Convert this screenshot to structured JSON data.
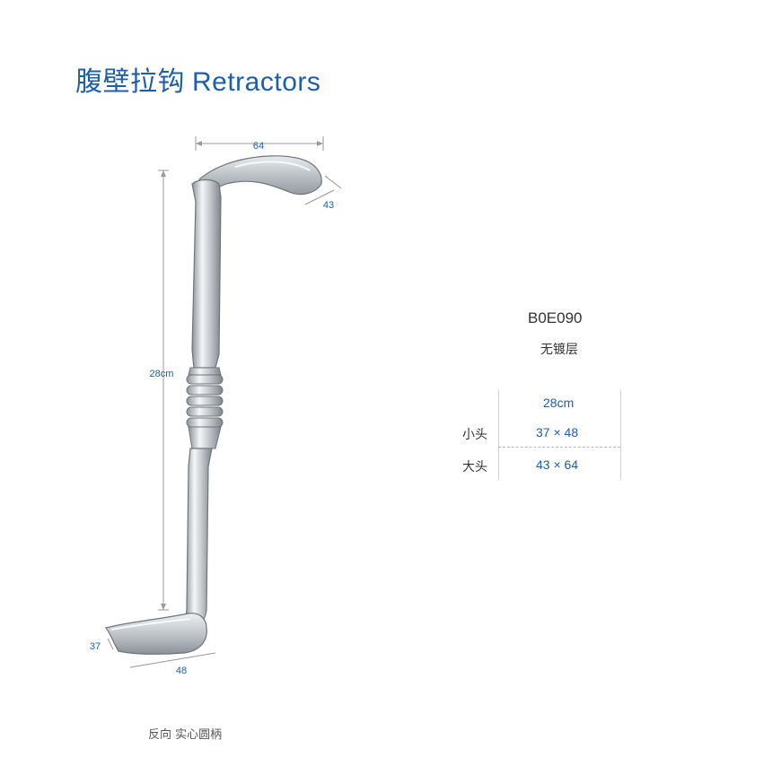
{
  "page": {
    "title_cn": "腹壁拉钩",
    "title_en": "Retractors"
  },
  "drawing": {
    "dim_top_width": "64",
    "dim_top_depth": "43",
    "dim_length": "28cm",
    "dim_bottom_depth": "37",
    "dim_bottom_width": "48"
  },
  "product": {
    "code": "B0E090",
    "coating": "无镀层"
  },
  "spec_table": {
    "length": "28cm",
    "rows": [
      {
        "label": "小头",
        "value": "37 × 48"
      },
      {
        "label": "大头",
        "value": "43 × 64"
      }
    ]
  },
  "footer": {
    "note": "反向  实心圆柄"
  },
  "colors": {
    "accent": "#1f5fa8",
    "text": "#333333",
    "metal": "#c8ccd0"
  }
}
